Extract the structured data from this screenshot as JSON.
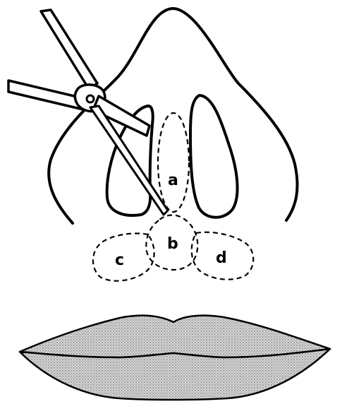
{
  "labels": {
    "a": "a",
    "b": "b",
    "c": "c",
    "d": "d"
  },
  "icons": {
    "scissors": "scissors-icon"
  },
  "colors": {
    "ink": "#000000",
    "lip_fill": "#cfcfcf",
    "background": "#ffffff"
  }
}
